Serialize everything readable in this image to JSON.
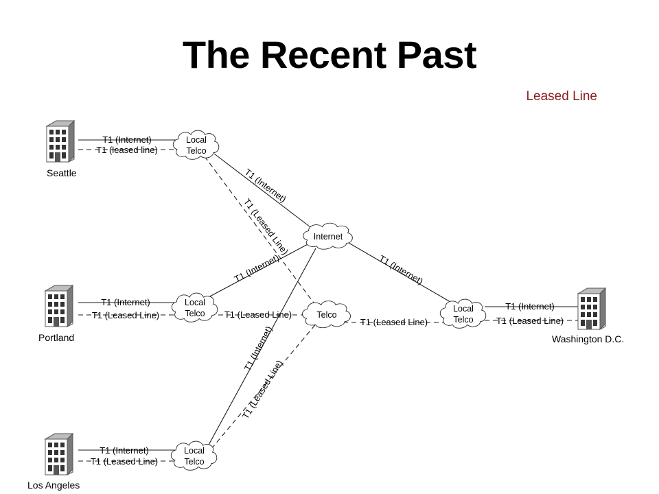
{
  "title": "The Recent Past",
  "subtitle": "Leased Line",
  "colors": {
    "subtitle": "#8B1A1A",
    "line": "#1a1a1a",
    "building": "#6f6f6f"
  },
  "sites": {
    "seattle": {
      "name": "Seattle",
      "icon": "office-building-icon"
    },
    "portland": {
      "name": "Portland",
      "icon": "office-building-icon"
    },
    "la": {
      "name": "Los Angeles",
      "icon": "office-building-icon"
    },
    "dc": {
      "name": "Washington D.C.",
      "icon": "office-building-icon"
    }
  },
  "clouds": {
    "telco_seattle": {
      "line1": "Local",
      "line2": "Telco"
    },
    "telco_portland": {
      "line1": "Local",
      "line2": "Telco"
    },
    "telco_la": {
      "line1": "Local",
      "line2": "Telco"
    },
    "telco_dc": {
      "line1": "Local",
      "line2": "Telco"
    },
    "internet": {
      "label": "Internet"
    },
    "telco": {
      "label": "Telco"
    }
  },
  "links": {
    "seattle_internet": "T1 (Internet)",
    "seattle_leased": "T1 (leased line)",
    "portland_internet": "T1 (Internet)",
    "portland_leased": "T1 (Leased Line)",
    "la_internet": "T1 (Internet)",
    "la_leased": "T1 (Leased Line)",
    "dc_internet": "T1 (Internet)",
    "dc_leased": "T1 (Leased Line)",
    "sea_telco_to_internet": "T1 (Internet)",
    "sea_telco_to_telco": "T1 (Leased Line)",
    "por_telco_to_internet": "T1 (Internet)",
    "por_telco_to_telco": "T1 (Leased Line)",
    "la_telco_to_internet": "T1 (Internet)",
    "la_telco_to_telco": "T1 (Leased Line)",
    "internet_to_dc_telco": "T1 (Internet)",
    "telco_to_dc_telco": "T1 (Leased Line)"
  }
}
